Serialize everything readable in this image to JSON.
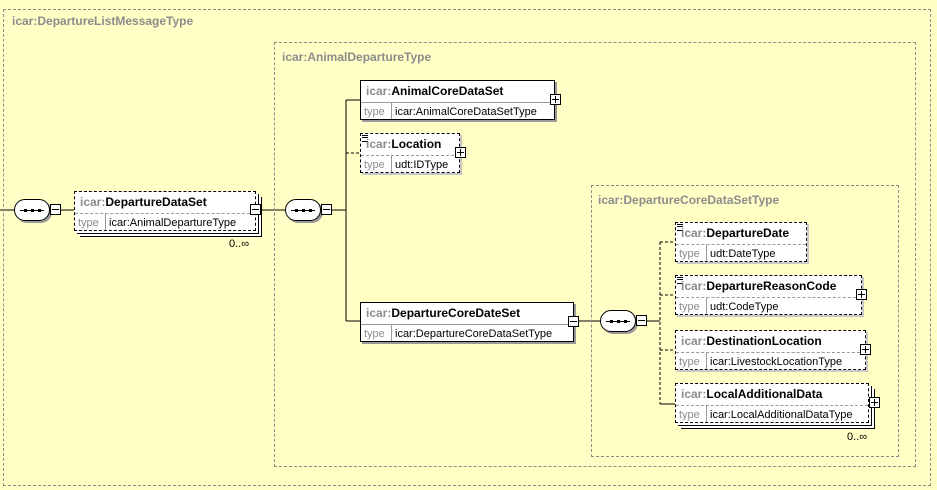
{
  "diagram": {
    "root_group": "icar:DepartureListMessageType",
    "animal_group": "icar:AnimalDepartureType",
    "core_group": "icar:DepartureCoreDataSetType",
    "type_key": "type",
    "elements": {
      "departure_data_set": {
        "prefix": "icar:",
        "name": "DepartureDataSet",
        "type": "icar:AnimalDepartureType",
        "occurrence": "0..∞"
      },
      "animal_core_data_set": {
        "prefix": "icar:",
        "name": "AnimalCoreDataSet",
        "type": "icar:AnimalCoreDataSetType"
      },
      "location": {
        "prefix": "icar:",
        "name": "Location",
        "type": "udt:IDType"
      },
      "departure_core_date_set": {
        "prefix": "icar:",
        "name": "DepartureCoreDateSet",
        "type": "icar:DepartureCoreDataSetType"
      },
      "departure_date": {
        "prefix": "icar:",
        "name": "DepartureDate",
        "type": "udt:DateType"
      },
      "departure_reason_code": {
        "prefix": "icar:",
        "name": "DepartureReasonCode",
        "type": "udt:CodeType"
      },
      "destination_location": {
        "prefix": "icar:",
        "name": "DestinationLocation",
        "type": "icar:LivestockLocationType"
      },
      "local_additional_data": {
        "prefix": "icar:",
        "name": "LocalAdditionalData",
        "type": "icar:LocalAdditionalDataType",
        "occurrence": "0..∞"
      }
    }
  }
}
